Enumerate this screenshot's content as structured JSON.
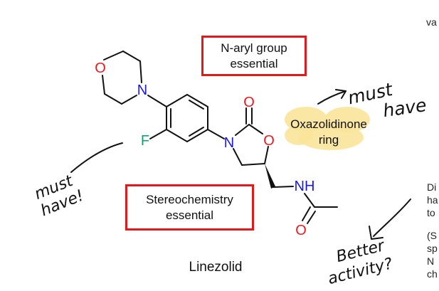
{
  "molecule": {
    "name": "Linezolid",
    "atoms": {
      "morpholine_o": "O",
      "morpholine_n": "N",
      "fluorine": "F",
      "ring_n": "N",
      "carbonyl_o": "O",
      "ring_o": "O",
      "amide_nh": "NH",
      "amide_o": "O"
    }
  },
  "callouts": {
    "aryl": "N-aryl group\nessential",
    "stereo": "Stereochemistry\nessential",
    "oxazolidinone": "Oxazolidinone\nring"
  },
  "handwritten": {
    "must_have_top": "must have",
    "must_have_left": "must have!",
    "better_activity": "Better activity?"
  },
  "cut_text": {
    "top_right": "va",
    "right_lines": [
      "Di",
      "ha",
      "to",
      "",
      "(S",
      "sp",
      "N",
      "ch"
    ]
  },
  "colors": {
    "box_border": "#e0191b",
    "nitrogen": "#1a1ae6",
    "oxygen": "#e6191e",
    "fluorine": "#1a9a7a",
    "highlight": "#fbe49a"
  }
}
